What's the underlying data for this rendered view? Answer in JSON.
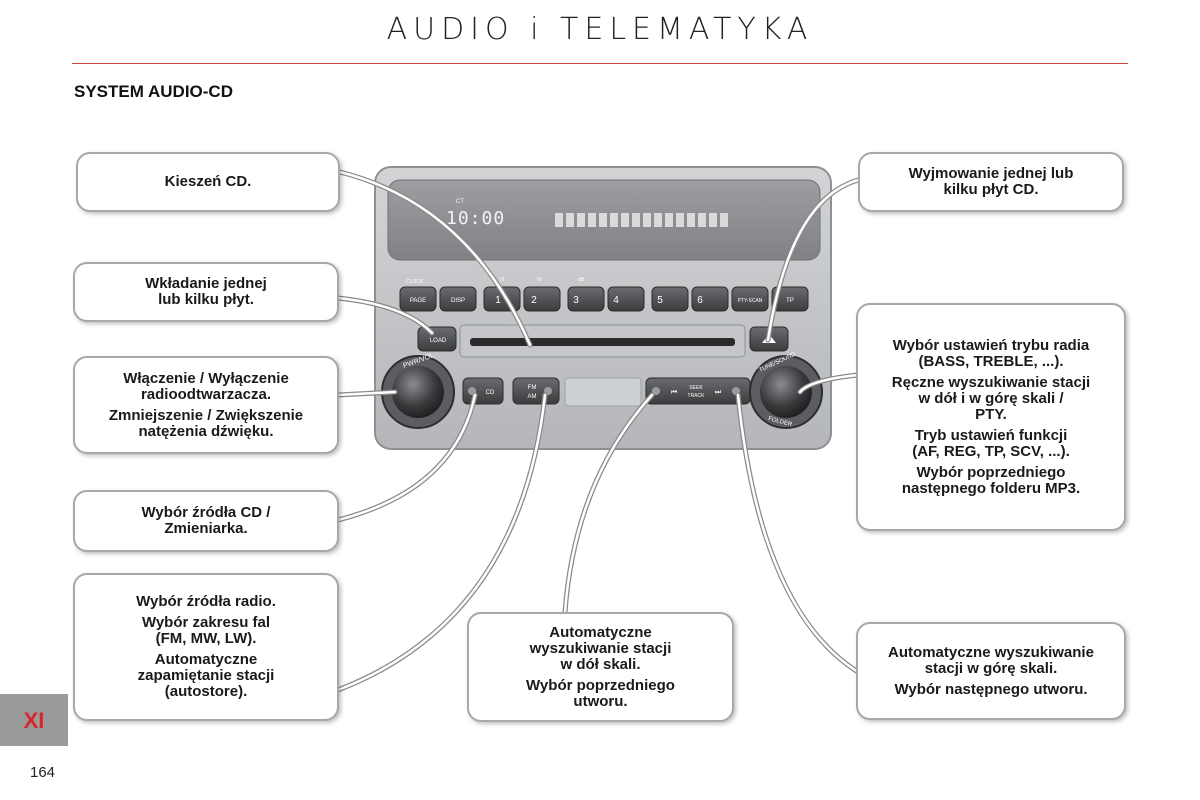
{
  "header": {
    "title": "AUDIO i TELEMATYKA"
  },
  "section": {
    "title": "SYSTEM AUDIO-CD"
  },
  "callouts": {
    "cd_slot": "Kieszeń CD.",
    "load": [
      "Wkładanie jednej",
      "lub kilku płyt."
    ],
    "power": [
      "Włączenie / Wyłączenie",
      "radioodtwarzacza."
    ],
    "volume": [
      "Zmniejszenie / Zwiększenie",
      "natężenia dźwięku."
    ],
    "cd_source": [
      "Wybór źródła CD /",
      "Zmieniarka."
    ],
    "radio_source": [
      "Wybór źródła radio."
    ],
    "band": [
      "Wybór zakresu fal",
      "(FM, MW, LW)."
    ],
    "autostore": [
      "Automatyczne",
      "zapamiętanie stacji",
      "(autostore)."
    ],
    "seek_down": [
      "Automatyczne",
      "wyszukiwanie stacji",
      "w dół skali."
    ],
    "prev_track": [
      "Wybór poprzedniego",
      "utworu."
    ],
    "eject": [
      "Wyjmowanie jednej lub",
      "kilku płyt CD."
    ],
    "radio_mode": [
      "Wybór ustawień trybu radia",
      "(BASS, TREBLE, ...)."
    ],
    "manual_seek": [
      "Ręczne wyszukiwanie stacji",
      "w dół i w górę skali /",
      "PTY."
    ],
    "functions": [
      "Tryb ustawień funkcji",
      "(AF, REG, TP, SCV, ...)."
    ],
    "folder": [
      "Wybór poprzedniego",
      "następnego folderu MP3."
    ],
    "seek_up": [
      "Automatyczne wyszukiwanie",
      "stacji w górę skali."
    ],
    "next_track": [
      "Wybór następnego utworu."
    ]
  },
  "radio": {
    "display_ct": "CT",
    "display_time": "10:00",
    "top_labels": [
      "CLOCK",
      "III",
      "III",
      "dB"
    ],
    "buttons": [
      "PAGE",
      "DISP",
      "1",
      "2",
      "3",
      "4",
      "5",
      "6",
      "PTY-SCAN",
      "TP"
    ],
    "load_label": "LOAD",
    "pwr_label": "PWR/VOL",
    "tune_label": "TUNE/SOUND",
    "folder_label": "FOLDER",
    "cd_label": "CD",
    "fm_label": "FM",
    "am_label": "AM",
    "seek_label": "SEEK",
    "track_label": "TRACK"
  },
  "chapter_tab": "XI",
  "page_number": "164"
}
